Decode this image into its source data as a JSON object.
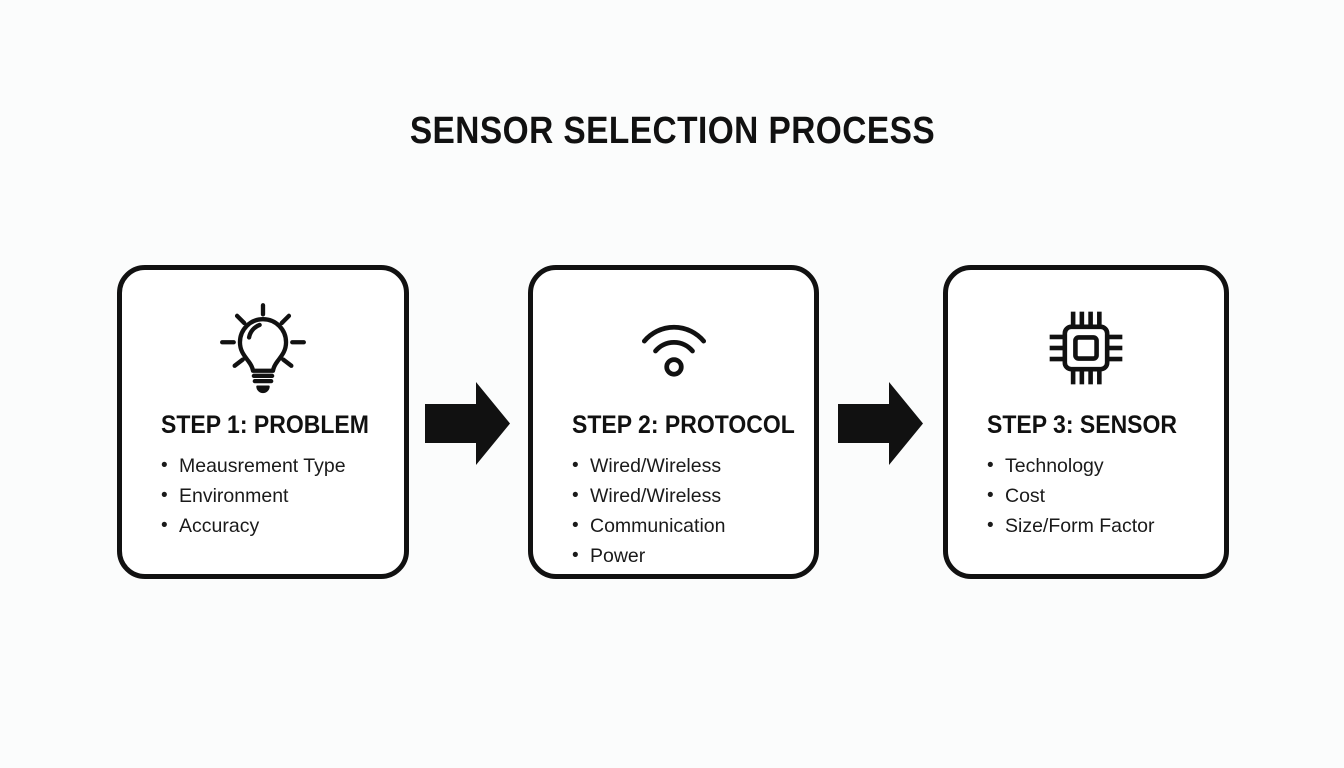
{
  "colors": {
    "ink": "#111111",
    "card_bg": "#ffffff",
    "page_bg": "#fbfcfc"
  },
  "header": {
    "title": "SENSOR SELECTION PROCESS"
  },
  "steps": [
    {
      "title": "STEP 1: PROBLEM",
      "icon": "lightbulb-icon",
      "bullets": [
        "Meausrement Type",
        "Environment",
        "Accuracy"
      ]
    },
    {
      "title": "STEP 2: PROTOCOL",
      "icon": "wifi-icon",
      "bullets": [
        "Wired/Wireless",
        "Wired/Wireless",
        "Communication",
        "Power"
      ]
    },
    {
      "title": "STEP 3: SENSOR",
      "icon": "chip-icon",
      "bullets": [
        "Technology",
        "Cost",
        "Size/Form Factor"
      ]
    }
  ],
  "connectors": [
    {
      "name": "arrow-right"
    },
    {
      "name": "arrow-right"
    }
  ]
}
